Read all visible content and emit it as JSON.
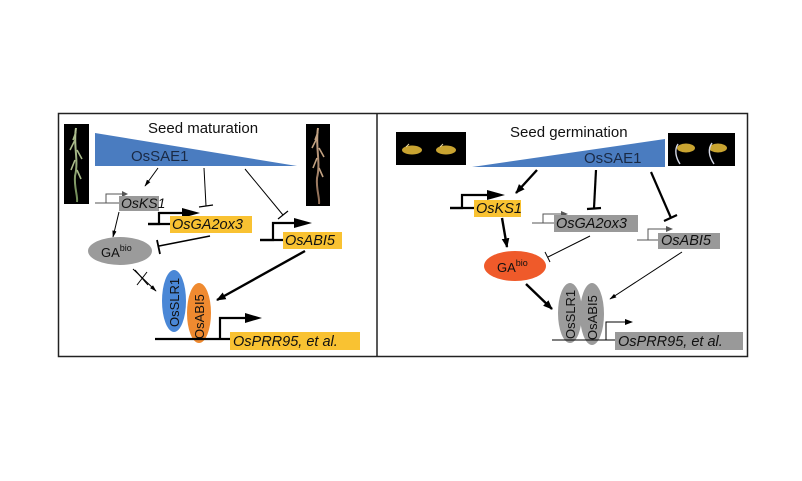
{
  "figure": {
    "colors": {
      "sae_blue": "#4a7cc0",
      "active_yellow": "#f9c232",
      "inactive_gray": "#999999",
      "slr1_blue": "#4a87d6",
      "abi5_orange": "#ef8a30",
      "ga_active": "#ef5a2a",
      "ga_inactive": "#9b9b9b"
    },
    "panels": [
      {
        "id": "maturation",
        "title": "Seed maturation",
        "regulator": "OsSAE1",
        "regulator_trend": "decreasing",
        "images": [
          "immature-panicle-photo",
          "mature-panicle-photo"
        ],
        "genes": {
          "ks1": "OsKS1",
          "ga2ox3": "OsGA2ox3",
          "abi5": "OsABI5",
          "target": "OsPRR95, et al."
        },
        "ga_label": "GA",
        "ga_sup": "bio",
        "proteins": {
          "slr1": "OsSLR1",
          "abi5": "OsABI5"
        },
        "states": {
          "ks1": "inactive",
          "ga2ox3": "active",
          "abi5": "active",
          "target": "active",
          "ga": "inactive"
        }
      },
      {
        "id": "germination",
        "title": "Seed germination",
        "regulator": "OsSAE1",
        "regulator_trend": "increasing",
        "images": [
          "dry-seeds-photo",
          "germinating-seeds-photo"
        ],
        "genes": {
          "ks1": "OsKS1",
          "ga2ox3": "OsGA2ox3",
          "abi5": "OsABI5",
          "target": "OsPRR95, et al."
        },
        "ga_label": "GA",
        "ga_sup": "bio",
        "proteins": {
          "slr1": "OsSLR1",
          "abi5": "OsABI5"
        },
        "states": {
          "ks1": "active",
          "ga2ox3": "inactive",
          "abi5": "inactive",
          "target": "inactive",
          "ga": "active"
        }
      }
    ]
  }
}
